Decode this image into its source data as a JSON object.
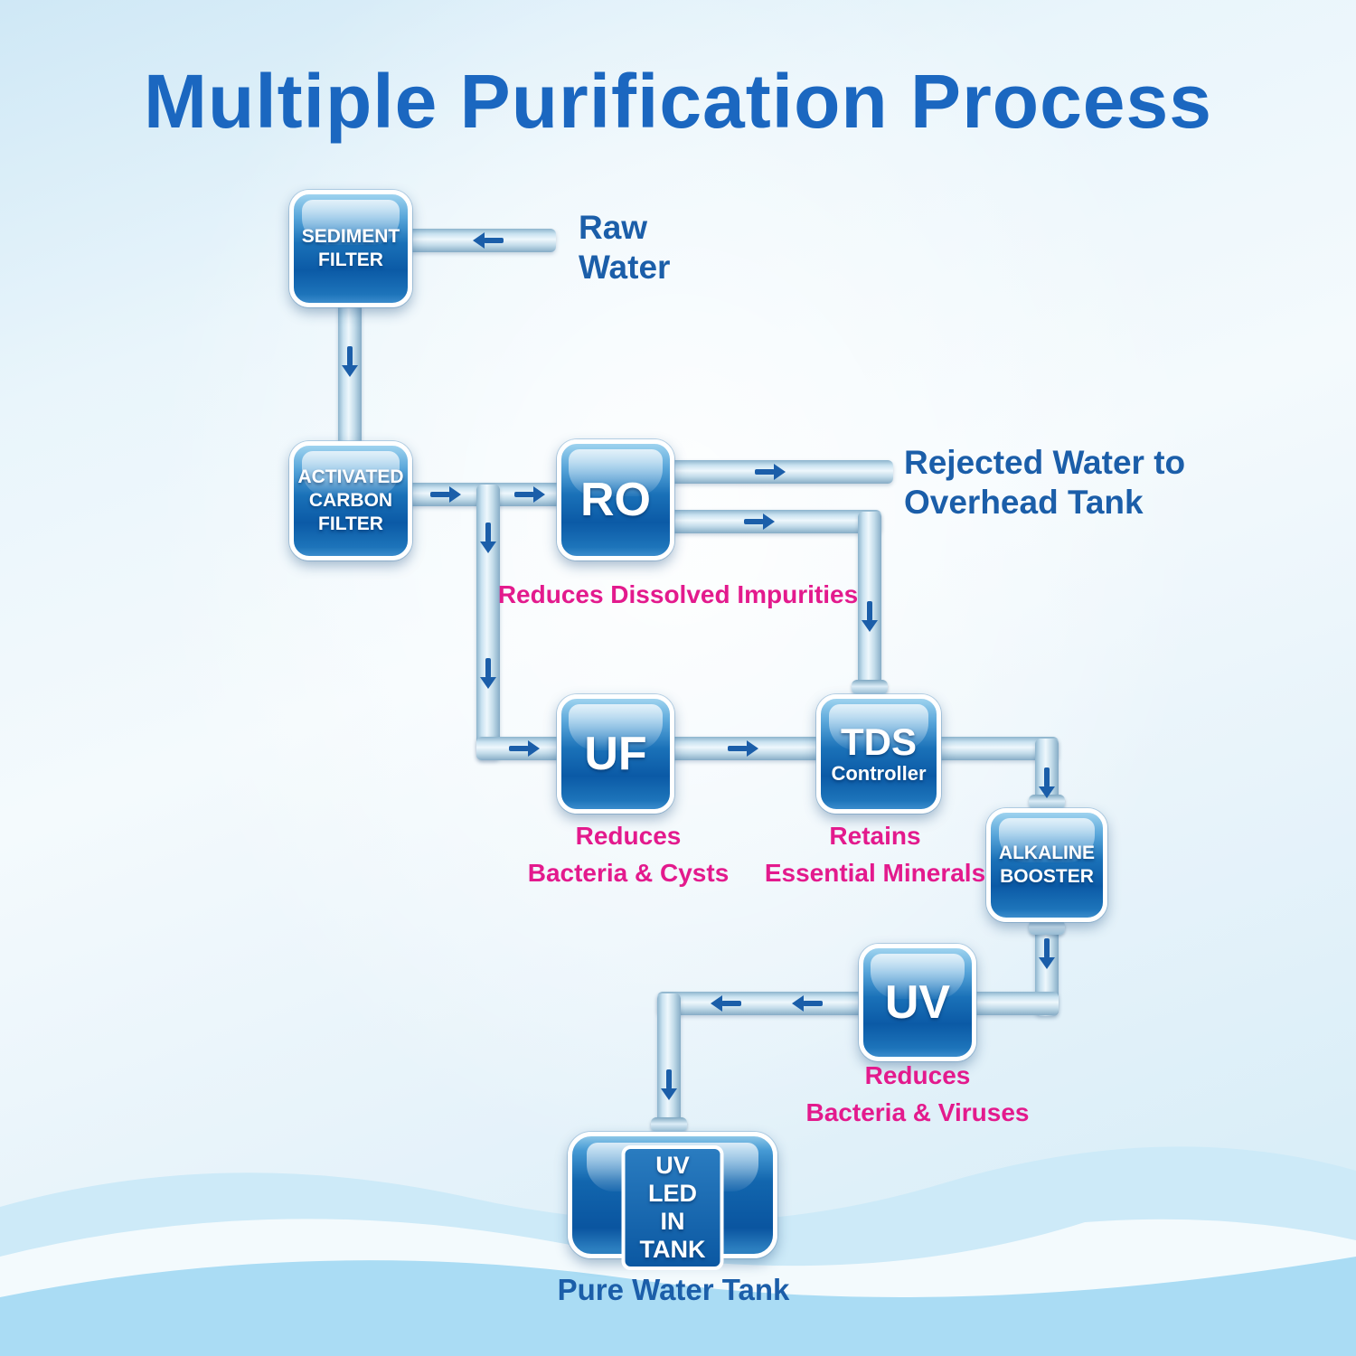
{
  "title": "Multiple Purification Process",
  "nodes": {
    "sediment_filter": {
      "lines": [
        "SEDIMENT",
        "FILTER"
      ]
    },
    "activated_carbon_filter": {
      "lines": [
        "ACTIVATED",
        "CARBON",
        "FILTER"
      ]
    },
    "ro": {
      "label": "RO"
    },
    "uf": {
      "label": "UF"
    },
    "tds_controller": {
      "label": "TDS",
      "sublabel": "Controller"
    },
    "alkaline_booster": {
      "lines": [
        "ALKALINE",
        "BOOSTER"
      ]
    },
    "uv": {
      "label": "UV"
    },
    "uv_led_tank": {
      "lines": [
        "UV LED",
        "IN TANK"
      ]
    }
  },
  "annotations": {
    "raw_water": {
      "lines": [
        "Raw",
        "Water"
      ]
    },
    "rejected_water": {
      "lines": [
        "Rejected Water to",
        "Overhead Tank"
      ]
    },
    "ro_note": {
      "lines": [
        "Reduces Dissolved Impurities"
      ]
    },
    "uf_note": {
      "lines": [
        "Reduces",
        "Bacteria & Cysts"
      ]
    },
    "tds_note": {
      "lines": [
        "Retains",
        "Essential Minerals"
      ]
    },
    "uv_note": {
      "lines": [
        "Reduces",
        "Bacteria & Viruses"
      ]
    },
    "tank_caption": "Pure Water Tank"
  },
  "colors": {
    "title_blue": "#1b67c0",
    "label_blue": "#1b5ea9",
    "note_magenta": "#e31a8d",
    "box_blue": "#0b5aa6",
    "pipe_blue": "#c9e2f0",
    "arrow_blue": "#1b5ea9"
  }
}
